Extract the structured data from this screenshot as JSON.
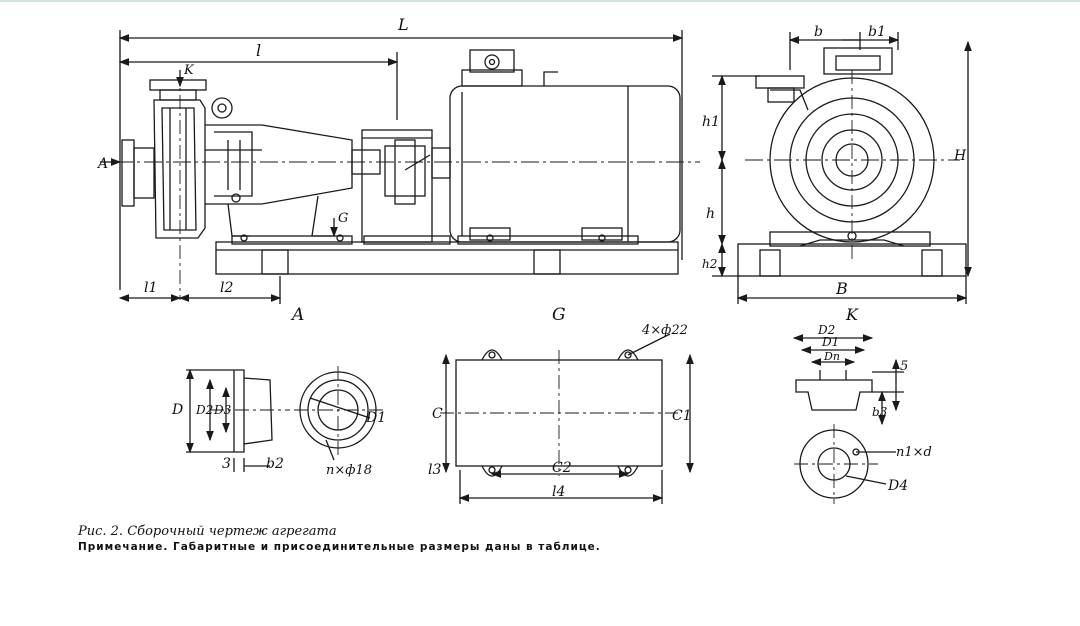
{
  "caption": {
    "title": "Рис. 2. Сборочный чертеж агрегата",
    "note": "Примечание. Габаритные и присоединительные размеры даны в таблице."
  },
  "labels": {
    "L": "L",
    "l": "l",
    "K": "K",
    "A": "A",
    "G": "G",
    "l1": "l1",
    "l2": "l2",
    "view_A": "A",
    "view_G": "G",
    "b": "b",
    "b1": "b1",
    "h1": "h1",
    "H": "H",
    "h": "h",
    "h2": "h2",
    "B": "B",
    "D": "D",
    "D2": "D2",
    "D3": "D3",
    "D1": "D1",
    "three": "3",
    "b2": "b2",
    "n_d18": "n×ф18",
    "four_d22": "4×ф22",
    "C": "C",
    "C1": "C1",
    "C2": "C2",
    "l3": "l3",
    "l4": "l4",
    "K_view": "K",
    "Dk2": "D2",
    "Dk1": "D1",
    "Dk": "Dп",
    "five": "5",
    "b3": "b3",
    "n1d": "n1×d",
    "D4": "D4"
  },
  "colors": {
    "ink": "#1a1a1a",
    "accent_line": "#cfe3d6"
  }
}
